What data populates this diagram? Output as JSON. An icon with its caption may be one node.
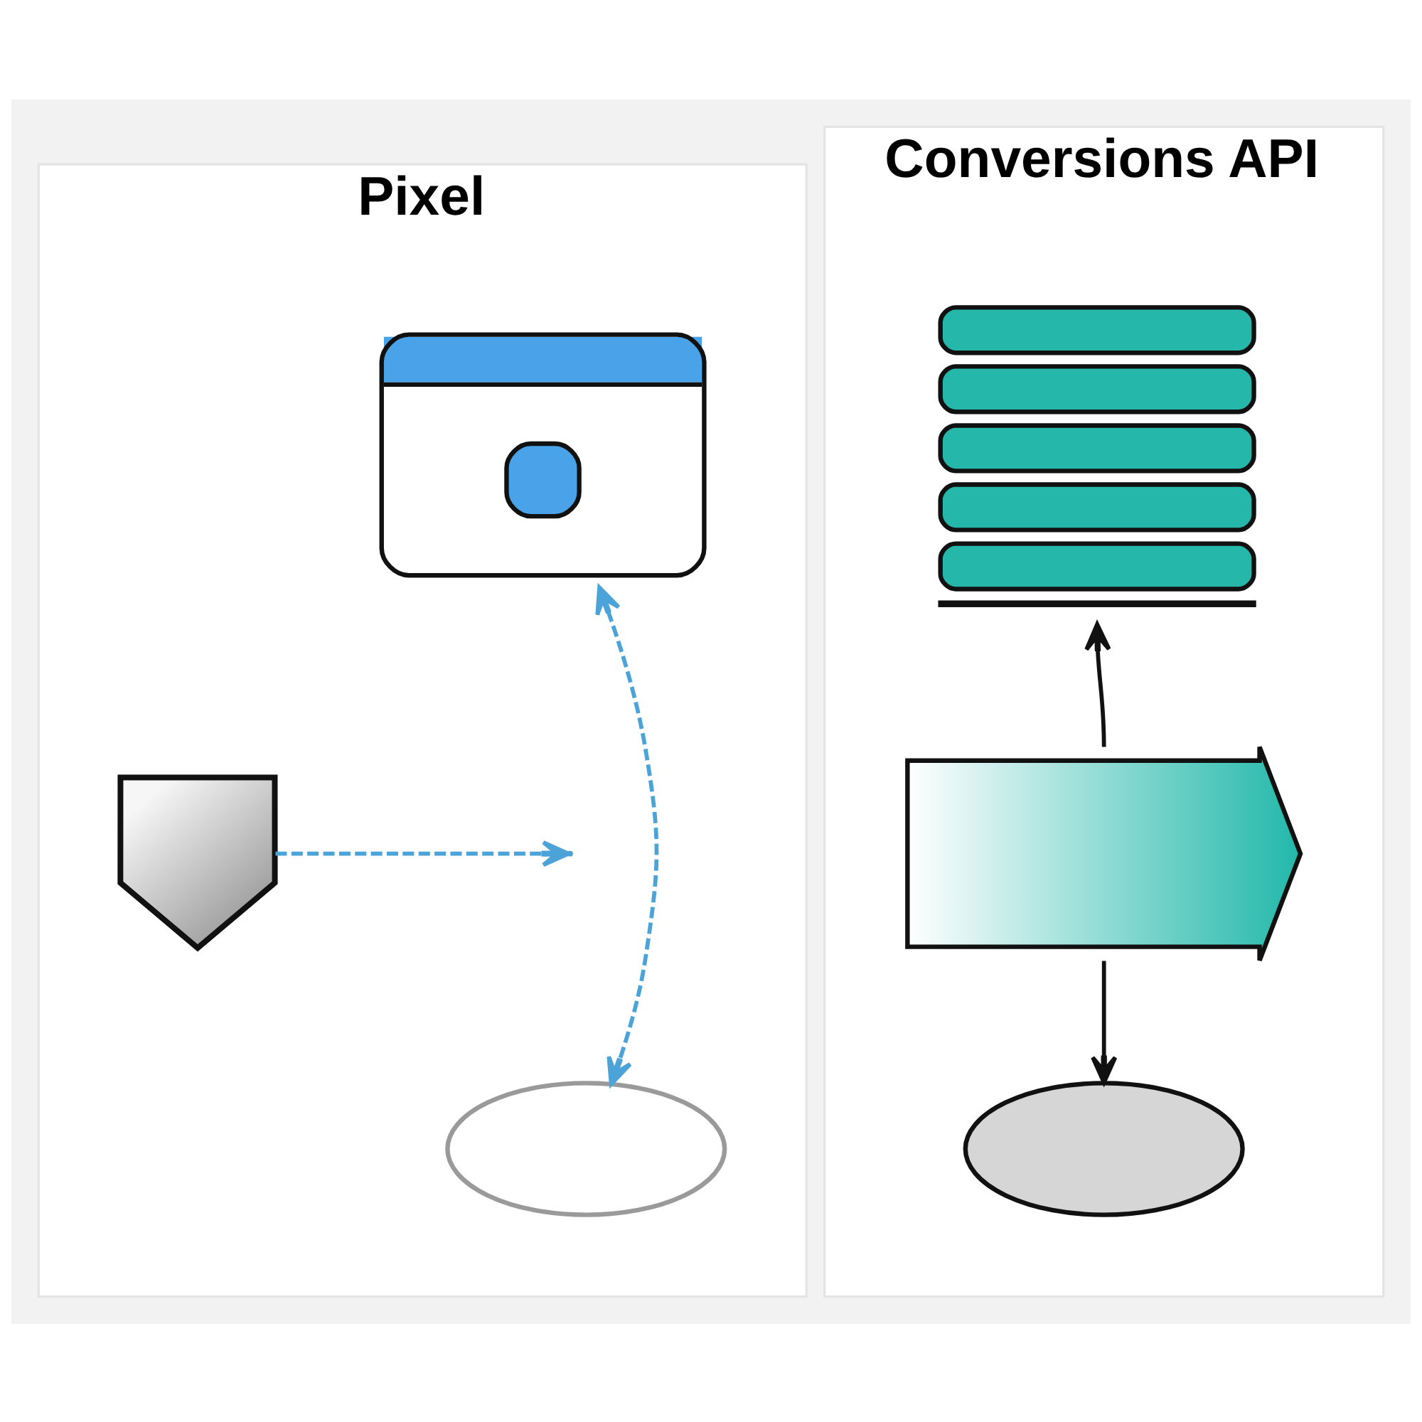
{
  "diagram": {
    "nodes": [
      {
        "text": [
          "Pixel"
        ]
      },
      {
        "text": [],
        "shape": "picture",
        "in": 0
      },
      {
        "text": [],
        "shape": "picture",
        "in": 0
      },
      {
        "text": [],
        "shape": "cloud",
        "in": 0
      },
      {
        "text": [
          "Conversions API"
        ]
      },
      {
        "text": [],
        "shape": "picture",
        "in": 4
      },
      {
        "text": [],
        "shape": "arrow",
        "in": 4
      },
      {
        "text": [],
        "shape": "cloud",
        "in": 4
      }
    ],
    "edges": [
      {
        "from": 1,
        "to": 3,
        "arrow": "both",
        "style": "dashed",
        "color": "#4ba3d8"
      },
      {
        "from": 2,
        "to": null,
        "arrow": "to",
        "style": "dashed",
        "color": "#4ba3d8"
      },
      {
        "from": 6,
        "to": 5,
        "arrow": "to",
        "color": "#111111"
      },
      {
        "from": 6,
        "to": 7,
        "arrow": "to",
        "color": "#111111"
      }
    ]
  }
}
